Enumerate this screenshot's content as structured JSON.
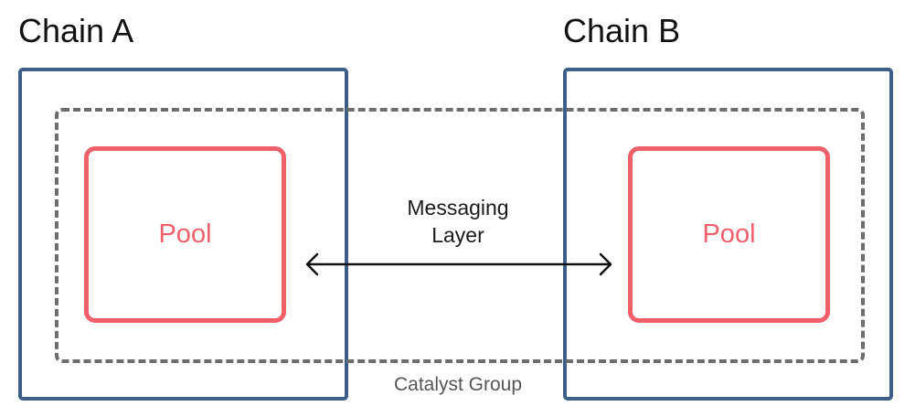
{
  "chains": [
    {
      "label": "Chain A",
      "pool_label": "Pool"
    },
    {
      "label": "Chain B",
      "pool_label": "Pool"
    }
  ],
  "messaging": {
    "line1": "Messaging",
    "line2": "Layer"
  },
  "group": {
    "label": "Catalyst Group"
  },
  "colors": {
    "chain_border": "#3d5f87",
    "pool": "#f0606b",
    "group_border": "#6d6d6d",
    "text": "#111111"
  }
}
